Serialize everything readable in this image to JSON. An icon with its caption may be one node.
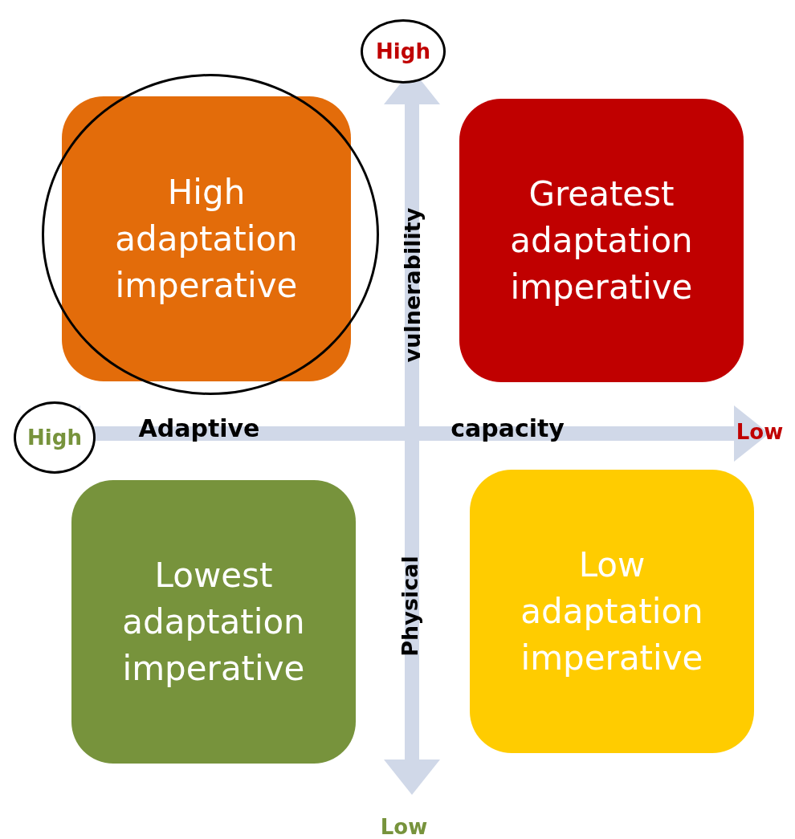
{
  "diagram": {
    "nodes": [
      {
        "text": [
          "High"
        ]
      },
      {
        "text": [
          "High adaptation imperative"
        ]
      },
      {
        "text": [
          "Greatest adaptation imperative"
        ]
      },
      {
        "text": [
          "High"
        ]
      },
      {
        "text": [
          "Lowest adaptation imperative"
        ]
      },
      {
        "text": [
          "Low adaptation imperative"
        ]
      }
    ],
    "edges": [],
    "labels": [
      "vulnerability",
      "Adaptive",
      "capacity",
      "Low",
      "Physical",
      "Low"
    ]
  }
}
